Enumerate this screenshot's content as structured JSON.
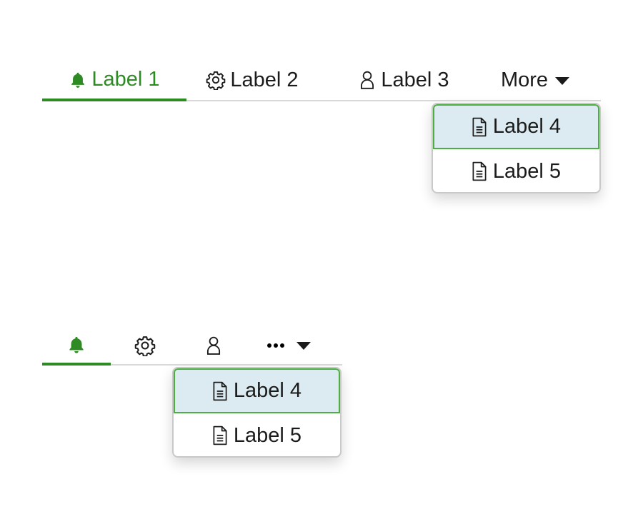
{
  "colors": {
    "accent": "#2e8b24",
    "text": "#1b1b1b",
    "divider": "#d9d9d9",
    "selected_bg": "#dcebf1",
    "selected_border": "#4caf3f"
  },
  "full_tabs": {
    "tabs": [
      {
        "label": "Label 1",
        "icon": "bell-icon",
        "active": true
      },
      {
        "label": "Label 2",
        "icon": "gear-icon",
        "active": false
      },
      {
        "label": "Label 3",
        "icon": "user-icon",
        "active": false
      }
    ],
    "more": {
      "label": "More",
      "icon": "caret-down-icon"
    },
    "menu": [
      {
        "label": "Label 4",
        "icon": "document-icon",
        "selected": true
      },
      {
        "label": "Label 5",
        "icon": "document-icon",
        "selected": false
      }
    ]
  },
  "compact_tabs": {
    "tabs": [
      {
        "icon": "bell-icon",
        "active": true
      },
      {
        "icon": "gear-icon",
        "active": false
      },
      {
        "icon": "user-icon",
        "active": false
      }
    ],
    "more": {
      "icon": "ellipsis-icon"
    },
    "menu": [
      {
        "label": "Label 4",
        "icon": "document-icon",
        "selected": true
      },
      {
        "label": "Label 5",
        "icon": "document-icon",
        "selected": false
      }
    ]
  }
}
